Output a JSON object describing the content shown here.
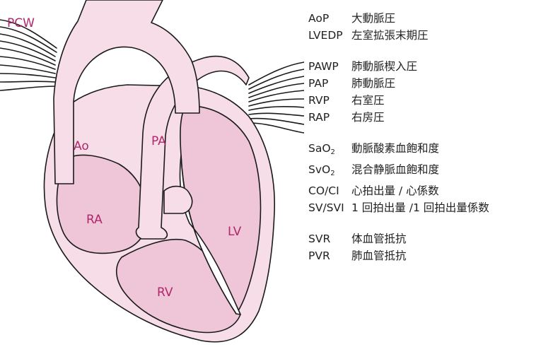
{
  "diagram": {
    "labels": {
      "pcw": "PCW",
      "ao": "Ao",
      "pa": "PA",
      "ra": "RA",
      "lv": "LV",
      "rv": "RV"
    },
    "colors": {
      "fill": "#f7dde8",
      "fill_dark": "#efc6d7",
      "outline": "#1a1a1a",
      "label": "#b0276c"
    }
  },
  "legend": {
    "groups": [
      [
        {
          "abbr": "AoP",
          "desc": "大動脈圧"
        },
        {
          "abbr": "LVEDP",
          "desc": "左室拡張末期圧"
        }
      ],
      [
        {
          "abbr": "PAWP",
          "desc": "肺動脈楔入圧"
        },
        {
          "abbr": "PAP",
          "desc": "肺動脈圧"
        },
        {
          "abbr": "RVP",
          "desc": "右室圧"
        },
        {
          "abbr": "RAP",
          "desc": "右房圧"
        }
      ],
      [
        {
          "abbr": "SaO",
          "sub": "2",
          "desc": "動脈酸素血飽和度"
        },
        {
          "abbr": "SvO",
          "sub": "2",
          "desc": "混合静脈血飽和度"
        },
        {
          "abbr": "CO/CI",
          "desc": "心拍出量 / 心係数"
        },
        {
          "abbr": "SV/SVI",
          "desc": "1 回拍出量 /1 回拍出量係数"
        }
      ],
      [
        {
          "abbr": "SVR",
          "desc": "体血管抵抗"
        },
        {
          "abbr": "PVR",
          "desc": "肺血管抵抗"
        }
      ]
    ]
  }
}
